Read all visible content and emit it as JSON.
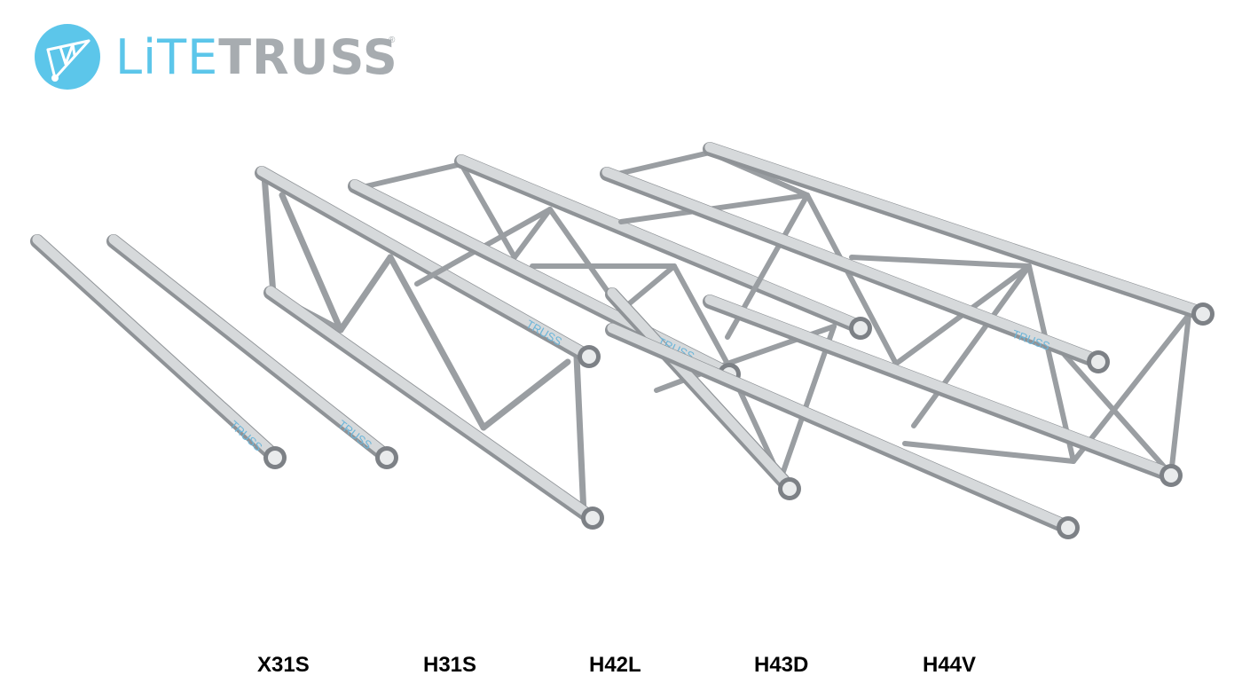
{
  "brand": {
    "lite": "LiTE",
    "truss": "TRUSS",
    "registered": "®",
    "accent_color": "#5cc6ea",
    "gray_color": "#a7acb0"
  },
  "products": [
    {
      "label": "X31S"
    },
    {
      "label": "H31S"
    },
    {
      "label": "H42L"
    },
    {
      "label": "H43D"
    },
    {
      "label": "H44V"
    }
  ],
  "tube_marking": "TRUSS"
}
